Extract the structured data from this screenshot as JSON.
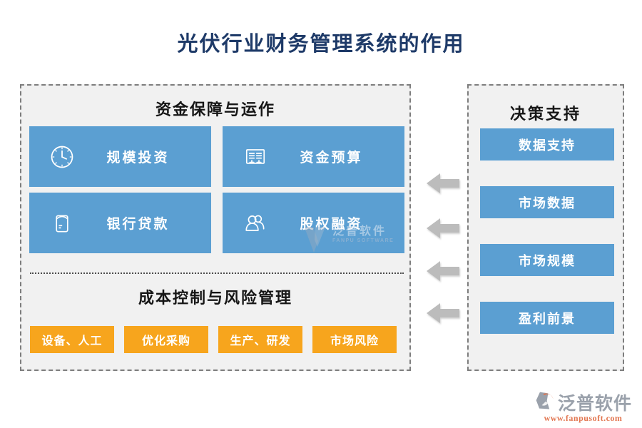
{
  "title": "光伏行业财务管理系统的作用",
  "left_panel": {
    "header": "资金保障与运作",
    "fund_items": [
      {
        "label": "规模投资",
        "icon": "clock-icon"
      },
      {
        "label": "资金预算",
        "icon": "budget-list-icon"
      },
      {
        "label": "银行贷款",
        "icon": "wallet-icon"
      },
      {
        "label": "股权融资",
        "icon": "people-icon"
      }
    ],
    "subheader": "成本控制与风险管理",
    "cost_items": [
      "设备、人工",
      "优化采购",
      "生产、研发",
      "市场风险"
    ]
  },
  "right_panel": {
    "header": "决策支持",
    "items": [
      "数据支持",
      "市场数据",
      "市场规模",
      "盈利前景"
    ]
  },
  "watermark": {
    "text": "泛普软件",
    "subtext": "FANPU SOFTWARE"
  },
  "footer": {
    "brand": "泛普软件",
    "url": "www.fanpusoft.com"
  },
  "colors": {
    "box_blue": "#5b9fd2",
    "box_orange": "#f7a51d",
    "panel_bg": "#f1f1f1",
    "title_navy": "#1e3a68",
    "arrow_gray": "#bcbcbc",
    "brand_gray": "#9aa1ab",
    "brand_orange": "#e2754f"
  }
}
